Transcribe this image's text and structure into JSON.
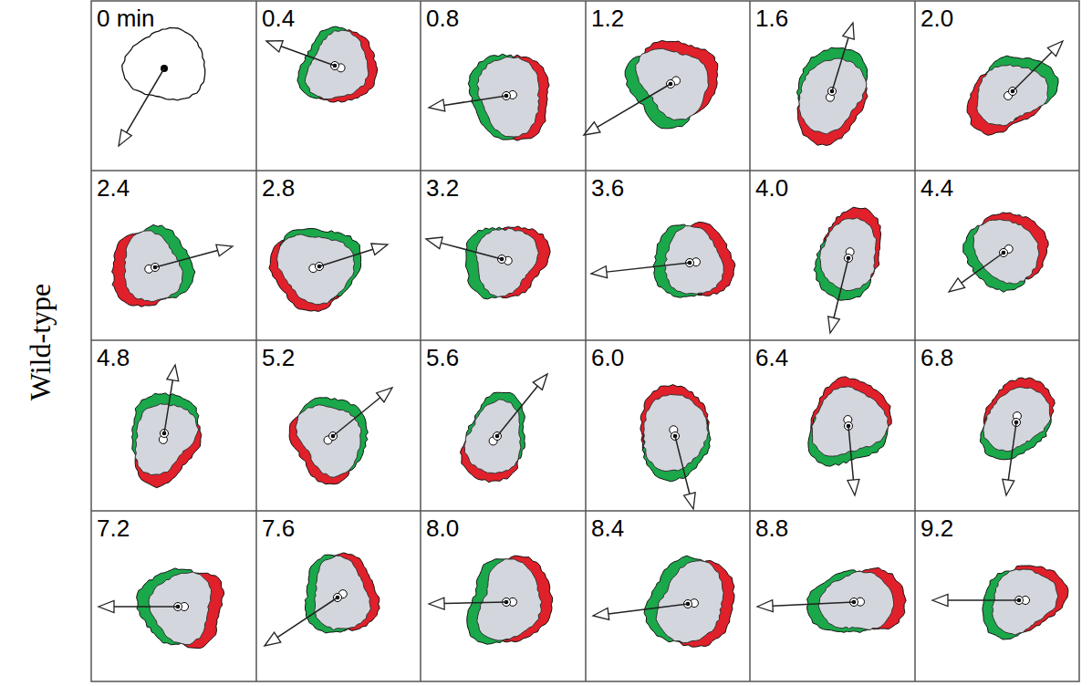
{
  "diagram": {
    "labels": [
      "Wild-type",
      "0 min",
      "0.4",
      "0.8",
      "1.2",
      "1.6",
      "2.0",
      "2.4",
      "2.8",
      "3.2",
      "3.6",
      "4.0",
      "4.4",
      "4.8",
      "5.2",
      "5.6",
      "6.0",
      "6.4",
      "6.8",
      "7.2",
      "7.6",
      "8.0",
      "8.4",
      "8.8",
      "9.2"
    ]
  }
}
